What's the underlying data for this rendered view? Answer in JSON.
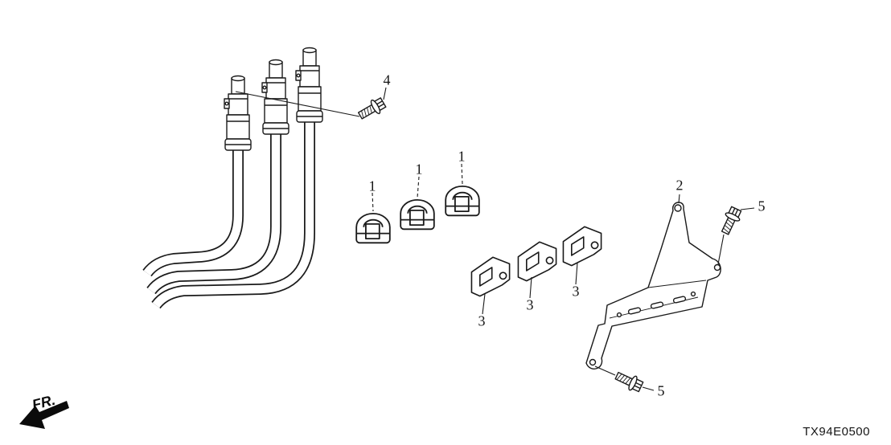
{
  "diagram": {
    "code": "TX94E0500",
    "direction_label": "FR.",
    "callouts": [
      {
        "label": "1"
      },
      {
        "label": "1"
      },
      {
        "label": "1"
      },
      {
        "label": "2"
      },
      {
        "label": "3"
      },
      {
        "label": "3"
      },
      {
        "label": "3"
      },
      {
        "label": "4"
      },
      {
        "label": "5"
      },
      {
        "label": "5"
      }
    ]
  }
}
